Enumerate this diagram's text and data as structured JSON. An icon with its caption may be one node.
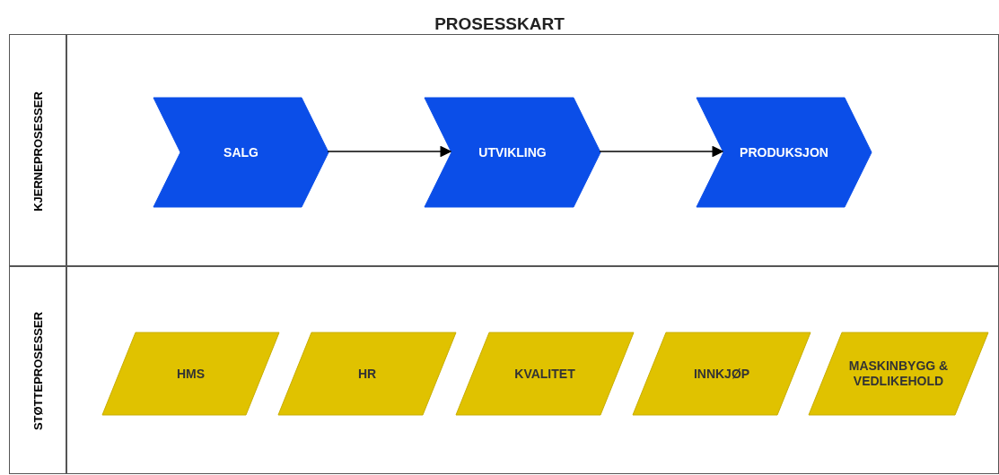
{
  "diagram": {
    "title": "PROSESSKART",
    "nodes": [
      {
        "text": [
          "KJERNEPROSESSER"
        ]
      },
      {
        "text": [
          "STØTTEPROSESSER"
        ]
      },
      {
        "text": [
          "SALG"
        ],
        "in": 0
      },
      {
        "text": [
          "UTVIKLING"
        ],
        "in": 0
      },
      {
        "text": [
          "PRODUKSJON"
        ],
        "in": 0
      },
      {
        "text": [
          "HMS"
        ],
        "in": 1
      },
      {
        "text": [
          "HR"
        ],
        "in": 1
      },
      {
        "text": [
          "KVALITET"
        ],
        "in": 1
      },
      {
        "text": [
          "INNKJØP"
        ],
        "in": 1
      },
      {
        "text": [
          "MASKINBYGG & VEDLIKEHOLD"
        ],
        "in": 1
      }
    ],
    "edges": [
      {
        "from": 2,
        "to": 3,
        "arrow": "to"
      },
      {
        "from": 3,
        "to": 4,
        "arrow": "to"
      }
    ]
  }
}
